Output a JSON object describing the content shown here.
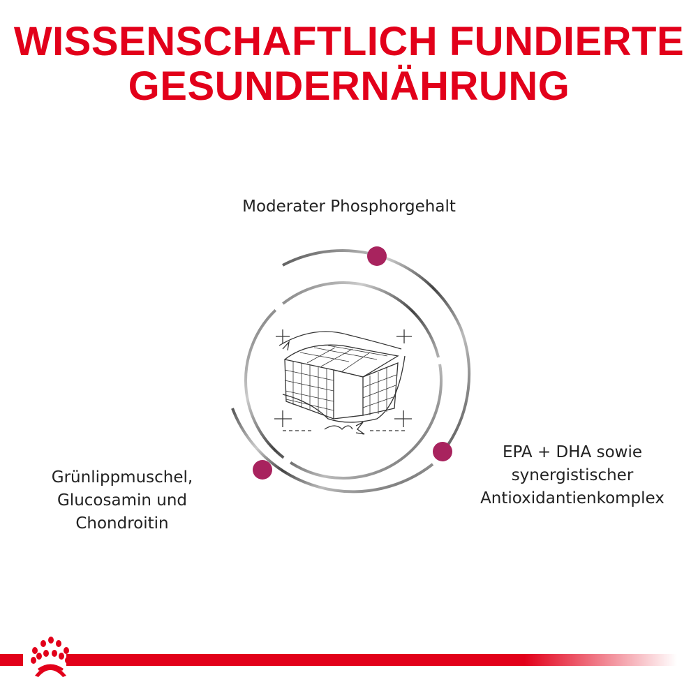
{
  "title": {
    "line1": "WISSENSCHAFTLICH FUNDIERTE",
    "line2": "GESUNDERNÄHRUNG"
  },
  "features": {
    "top": "Moderater Phosphorgehalt",
    "right": [
      "EPA + DHA sowie",
      "synergistischer",
      "Antioxidantienkomplex"
    ],
    "left": [
      "Grünlippmuschel,",
      "Glucosamin und",
      "Chondroitin"
    ]
  },
  "colors": {
    "brand_red": "#e2001a",
    "dot": "#a8235e"
  },
  "icons": {
    "center": "kibble-sketch-icon",
    "logo": "royal-canin-crown-logo"
  }
}
